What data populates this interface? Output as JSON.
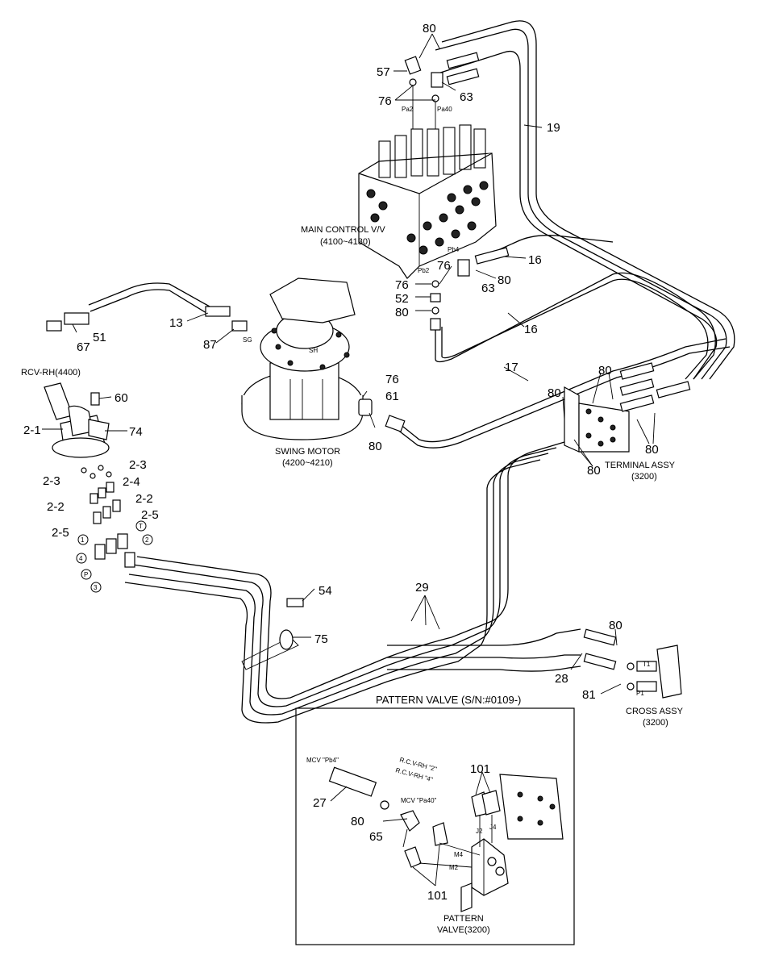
{
  "labels": {
    "main_control": "MAIN CONTROL V/V",
    "main_control_range": "(4100~4130)",
    "swing_motor": "SWING MOTOR",
    "swing_motor_range": "(4200~4210)",
    "rcv": "RCV-RH(4400)",
    "terminal_assy": "TERMINAL ASSY",
    "terminal_assy_range": "(3200)",
    "cross_assy": "CROSS ASSY",
    "cross_assy_range": "(3200)",
    "pattern_valve_title": "PATTERN VALVE (S/N:#0109-)",
    "pattern_valve": "PATTERN",
    "pattern_valve_range": "VALVE(3200)",
    "mcv_pb4": "MCV \"Pb4\"",
    "mcv_pa40": "MCV \"Pa40\"",
    "rcv_rh_2": "R.C.V-RH \"2\"",
    "rcv_rh_4": "R.C.V-RH \"4\"",
    "port_pa2": "Pa2",
    "port_pa40": "Pa40",
    "port_pb4": "Pb4",
    "port_pb2": "Pb2",
    "port_sh": "SH",
    "port_sg": "SG",
    "port_t1": "T1",
    "port_p1": "P1",
    "port_j2": "J2",
    "port_j4": "J4",
    "port_m4": "M4",
    "port_m2": "M2"
  },
  "parts": {
    "p80": "80",
    "p57": "57",
    "p63": "63",
    "p76": "76",
    "p19": "19",
    "p16": "16",
    "p52": "52",
    "p51": "51",
    "p13": "13",
    "p67": "67",
    "p87": "87",
    "p17": "17",
    "p61": "61",
    "p60": "60",
    "p74": "74",
    "p2_1": "2-1",
    "p2_3": "2-3",
    "p2_4": "2-4",
    "p2_2": "2-2",
    "p2_5": "2-5",
    "p54": "54",
    "p75": "75",
    "p29": "29",
    "p28": "28",
    "p81": "81",
    "p101": "101",
    "p27": "27",
    "p65": "65"
  },
  "circled_ports": [
    "1",
    "T",
    "2",
    "4",
    "P",
    "3"
  ]
}
